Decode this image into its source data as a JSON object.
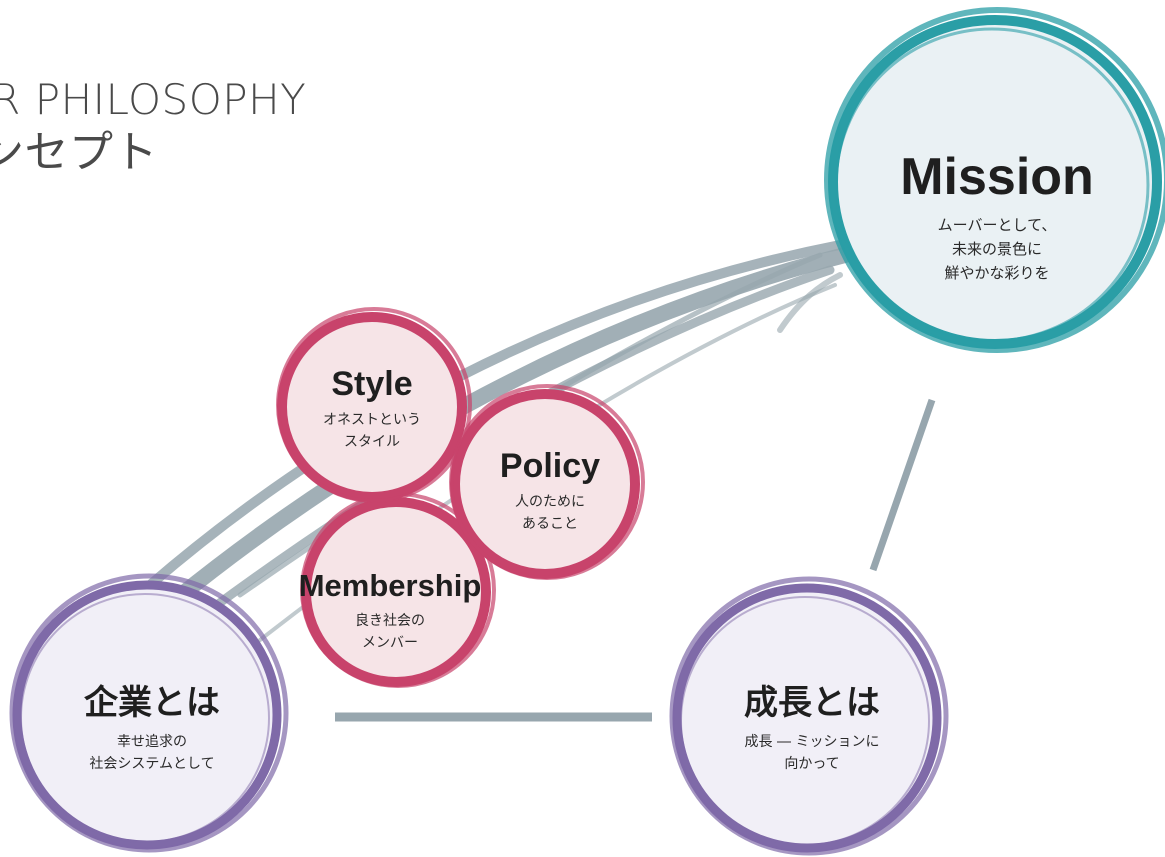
{
  "heading": {
    "en": "UR PHILOSOPHY",
    "ja": "ンセプト"
  },
  "colors": {
    "teal": "#2a9ea6",
    "purple": "#7f6aa8",
    "pink": "#c8436b",
    "connector": "#97a6ae"
  },
  "nodes": {
    "mission": {
      "title": "Mission",
      "desc": "ムーバーとして、\n未来の景色に\n鮮やかな彩りを"
    },
    "style": {
      "title": "Style",
      "desc": "オネストという\nスタイル"
    },
    "policy": {
      "title": "Policy",
      "desc": "人のために\nあること"
    },
    "membership": {
      "title": "Membership",
      "desc": "良き社会の\nメンバー"
    },
    "company": {
      "title": "企業とは",
      "desc": "幸せ追求の\n社会システムとして"
    },
    "growth": {
      "title": "成長とは",
      "desc": "成長 ― ミッションに\n向かって"
    }
  }
}
